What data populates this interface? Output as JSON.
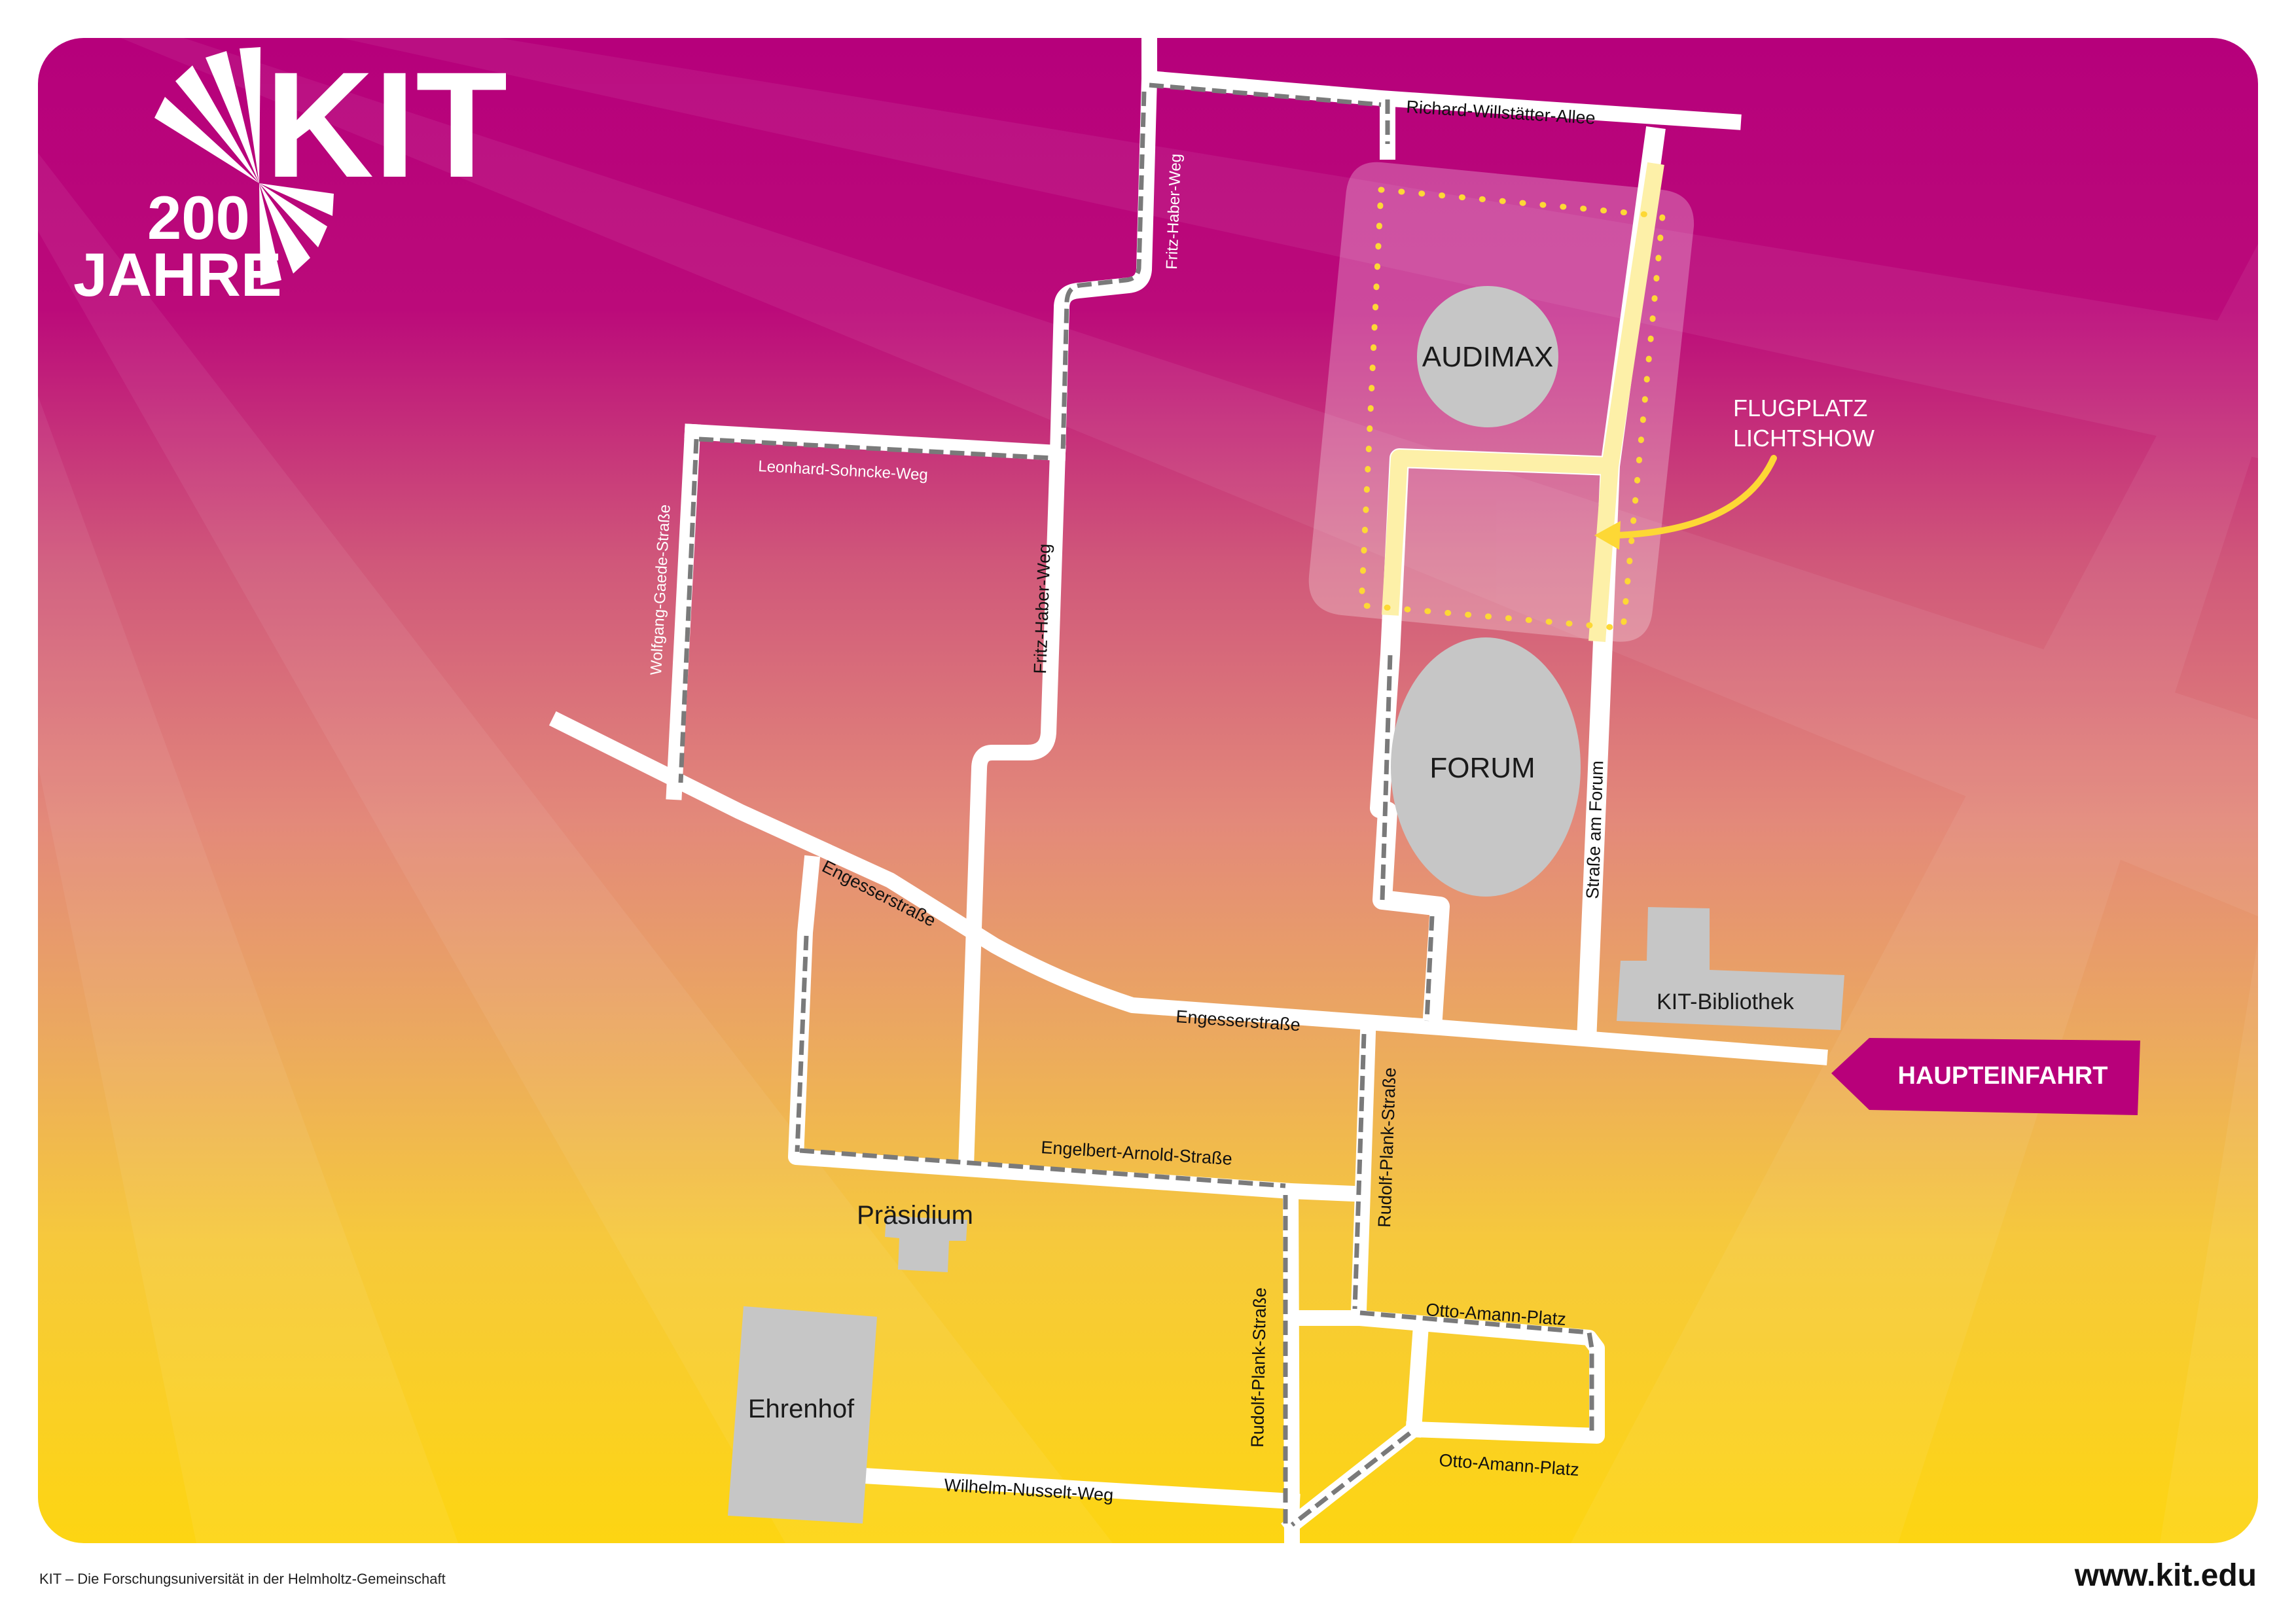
{
  "logo": {
    "word": "KIT",
    "number": "200",
    "label": "JAHRE"
  },
  "colors": {
    "top": "#b8007a",
    "middle": "#e28a74",
    "bottom": "#fcd50f",
    "highlight": "#fdd835",
    "building": "#c6c6c6",
    "entrance": "#b8007a"
  },
  "streets": {
    "richard_willstaetter_allee": "Richard-Willstätter-Allee",
    "fritz_haber_weg": "Fritz-Haber-Weg",
    "leonhard_sohncke_weg": "Leonhard-Sohncke-Weg",
    "wolfgang_gaede_strasse": "Wolfgang-Gaede-Straße",
    "engesserstrasse": "Engesserstraße",
    "strasse_am_forum": "Straße am Forum",
    "engelbert_arnold_strasse": "Engelbert-Arnold-Straße",
    "rudolf_plank_strasse": "Rudolf-Plank-Straße",
    "otto_amann_platz": "Otto-Amann-Platz",
    "wilhelm_nusselt_weg": "Wilhelm-Nusselt-Weg"
  },
  "buildings": {
    "audimax": "AUDIMAX",
    "forum": "FORUM",
    "kit_bibliothek": "KIT-Bibliothek",
    "praesidium": "Präsidium",
    "ehrenhof": "Ehrenhof"
  },
  "callout": {
    "line1": "FLUGPLATZ",
    "line2": "LICHTSHOW"
  },
  "entrance": "HAUPTEINFAHRT",
  "footer": {
    "tagline": "KIT – Die Forschungsuniversität in der Helmholtz-Gemeinschaft",
    "url": "www.kit.edu"
  }
}
